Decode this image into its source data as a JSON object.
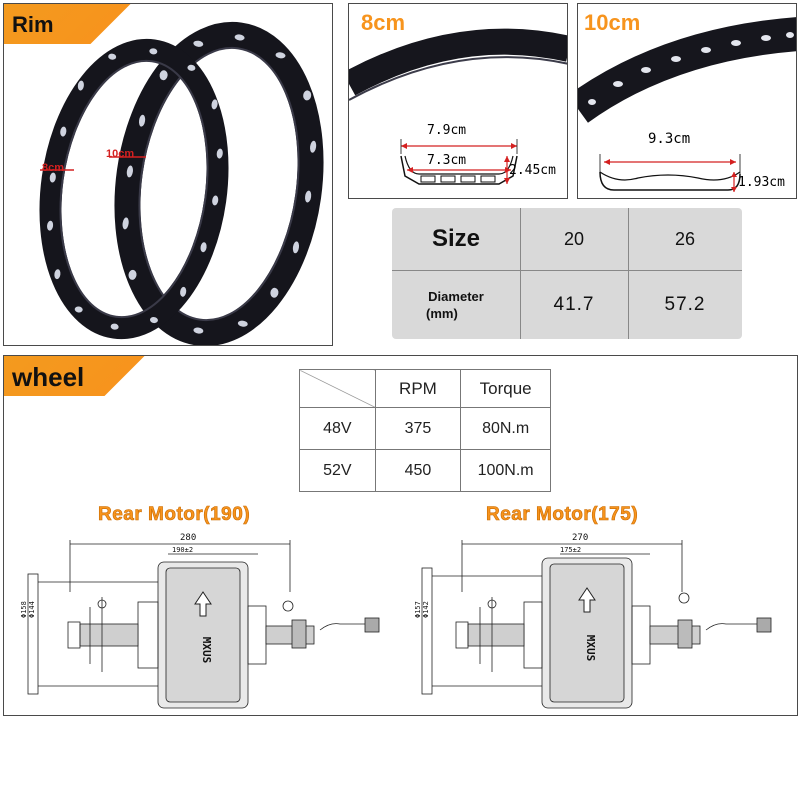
{
  "rim_panel": {
    "tag": "Rim",
    "photo_labels": {
      "narrow_rim": "8cm",
      "wide_rim": "10cm"
    }
  },
  "rim_8cm": {
    "title": "8cm",
    "outer_width": "7.9cm",
    "inner_width": "7.3cm",
    "height": "2.45cm"
  },
  "rim_10cm": {
    "title": "10cm",
    "width": "9.3cm",
    "height": "1.93cm"
  },
  "size_table": {
    "row1_label": "Size",
    "row2_label_line1": "Diameter",
    "row2_label_line2": "(mm)",
    "sizes": [
      "20",
      "26"
    ],
    "diameters": [
      "41.7",
      "57.2"
    ]
  },
  "wheel_panel": {
    "tag": "wheel",
    "spec_table": {
      "headers": [
        "RPM",
        "Torque"
      ],
      "rows": [
        {
          "voltage": "48V",
          "rpm": "375",
          "torque": "80N.m"
        },
        {
          "voltage": "52V",
          "rpm": "450",
          "torque": "100N.m"
        }
      ]
    }
  },
  "motor_190": {
    "title": "Rear Motor(190)",
    "overall": "280",
    "inner": "190±2",
    "dia_outer": "Φ158",
    "dia_inner": "Φ144",
    "brand": "MXUS"
  },
  "motor_175": {
    "title": "Rear Motor(175)",
    "overall": "270",
    "inner": "175±2",
    "dia_outer": "Φ157",
    "dia_inner": "Φ142",
    "brand": "MXUS"
  },
  "colors": {
    "accent": "#f7941d",
    "table_bg": "#d9d9d9",
    "dim_red": "#d42020",
    "rim_black": "#1a1a22"
  }
}
